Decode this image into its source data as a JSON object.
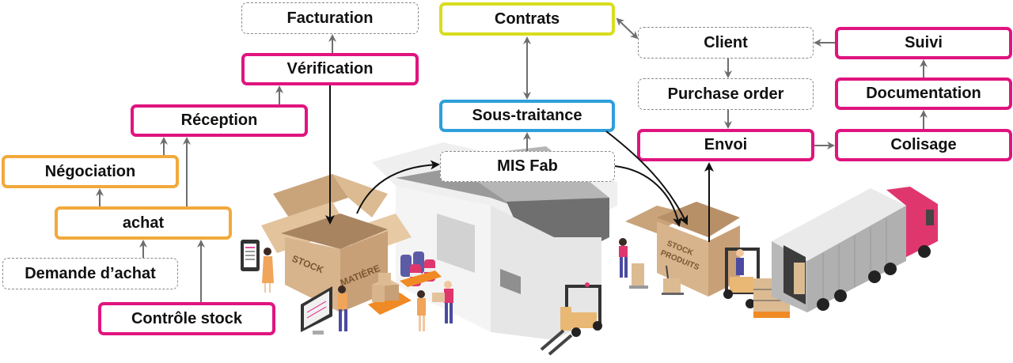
{
  "diagram": {
    "style": {
      "magenta": "#e0147f",
      "orange": "#f2a93b",
      "yellow": "#d9dd1f",
      "blue": "#2e9fdb",
      "dashed_gray": "#8a8a8a",
      "arrow_gray": "#6e6e6e",
      "arrow_black": "#111111"
    },
    "nodes": {
      "facturation": {
        "label": "Facturation",
        "style": "dashed"
      },
      "verification": {
        "label": "Vérification",
        "style": "magenta"
      },
      "reception": {
        "label": "Réception",
        "style": "magenta"
      },
      "negociation": {
        "label": "Négociation",
        "style": "orange"
      },
      "achat": {
        "label": "achat",
        "style": "orange"
      },
      "demande_achat": {
        "label": "Demande d’achat",
        "style": "dashed"
      },
      "controle_stock": {
        "label": "Contrôle stock",
        "style": "magenta"
      },
      "contrats": {
        "label": "Contrats",
        "style": "yellow"
      },
      "sous_traitance": {
        "label": "Sous-traitance",
        "style": "blue"
      },
      "mis_fab": {
        "label": "MIS Fab",
        "style": "dashed"
      },
      "client": {
        "label": "Client",
        "style": "dashed"
      },
      "purchase_order": {
        "label": "Purchase order",
        "style": "dashed"
      },
      "envoi": {
        "label": "Envoi",
        "style": "magenta"
      },
      "colisage": {
        "label": "Colisage",
        "style": "magenta"
      },
      "documentation": {
        "label": "Documentation",
        "style": "magenta"
      },
      "suivi": {
        "label": "Suivi",
        "style": "magenta"
      }
    },
    "edges": [
      {
        "from": "demande_achat",
        "to": "achat",
        "type": "gray"
      },
      {
        "from": "controle_stock",
        "to": "achat",
        "type": "gray"
      },
      {
        "from": "achat",
        "to": "negociation",
        "type": "gray"
      },
      {
        "from": "achat",
        "to": "reception",
        "type": "gray"
      },
      {
        "from": "negociation",
        "to": "reception",
        "type": "gray"
      },
      {
        "from": "reception",
        "to": "verification",
        "type": "gray"
      },
      {
        "from": "verification",
        "to": "facturation",
        "type": "gray"
      },
      {
        "from": "verification",
        "to": "stock_matiere",
        "type": "black"
      },
      {
        "from": "stock_matiere",
        "to": "mis_fab",
        "type": "black"
      },
      {
        "from": "mis_fab",
        "to": "sous_traitance",
        "type": "gray"
      },
      {
        "from": "sous_traitance",
        "to": "contrats",
        "type": "gray-bidirectional"
      },
      {
        "from": "contrats",
        "to": "client",
        "type": "gray-bidirectional"
      },
      {
        "from": "sous_traitance",
        "to": "stock_produits",
        "type": "black"
      },
      {
        "from": "mis_fab",
        "to": "stock_produits",
        "type": "black"
      },
      {
        "from": "stock_produits",
        "to": "envoi",
        "type": "black"
      },
      {
        "from": "client",
        "to": "purchase_order",
        "type": "gray"
      },
      {
        "from": "purchase_order",
        "to": "envoi",
        "type": "gray"
      },
      {
        "from": "envoi",
        "to": "colisage",
        "type": "gray"
      },
      {
        "from": "colisage",
        "to": "documentation",
        "type": "gray"
      },
      {
        "from": "documentation",
        "to": "suivi",
        "type": "gray"
      },
      {
        "from": "suivi",
        "to": "client",
        "type": "gray"
      }
    ],
    "illustration": {
      "stock_matiere_box": {
        "line1": "STOCK",
        "line2": "MATIÈRE"
      },
      "stock_produits_box": {
        "line1": "STOCK",
        "line2": "PRODUITS"
      },
      "elements": [
        "warehouse",
        "forklift",
        "forklift",
        "truck",
        "pallets",
        "barrels",
        "workers",
        "monitor",
        "tablet",
        "hand-truck",
        "pallet-jack"
      ]
    }
  }
}
